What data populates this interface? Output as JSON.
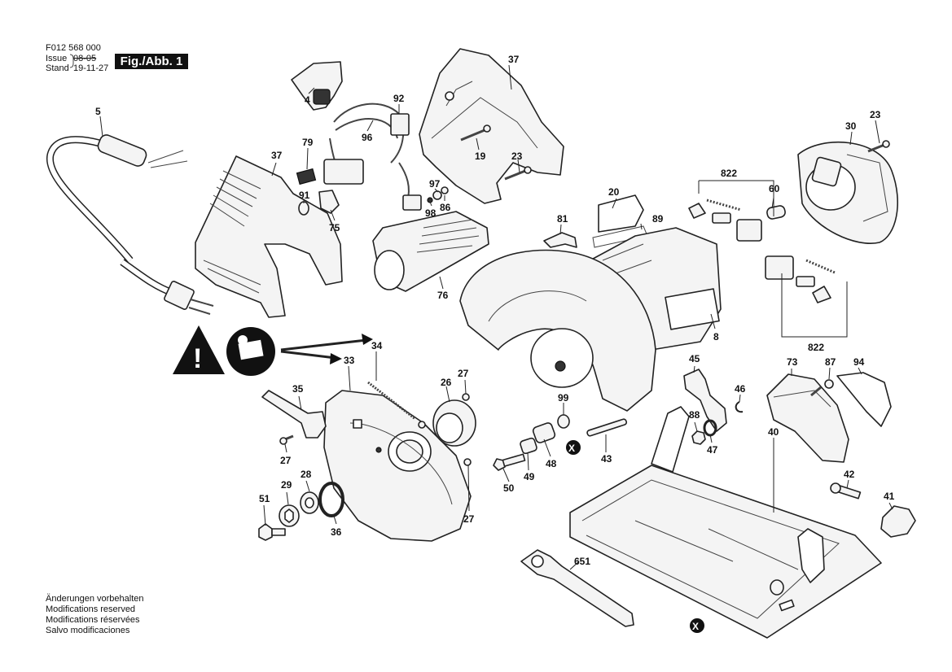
{
  "header": {
    "doc_number": "F012 568 000",
    "issue_label": "Issue",
    "stand_label": "Stand",
    "old_date": "08-05",
    "new_date": "19-11-27",
    "figure_label": "Fig./Abb. 1"
  },
  "notes": [
    "Änderungen vorbehalten",
    "Modifications reserved",
    "Modifications réservées",
    "Salvo modificaciones"
  ],
  "callouts": {
    "p4": "4",
    "p5": "5",
    "p8": "8",
    "p19": "19",
    "p20": "20",
    "p23a": "23",
    "p23b": "23",
    "p26": "26",
    "p27a": "27",
    "p27b": "27",
    "p27c": "27",
    "p28": "28",
    "p29": "29",
    "p30": "30",
    "p33": "33",
    "p34": "34",
    "p35": "35",
    "p36": "36",
    "p37a": "37",
    "p37b": "37",
    "p40": "40",
    "p41": "41",
    "p42": "42",
    "p43": "43",
    "p45": "45",
    "p46": "46",
    "p47": "47",
    "p48": "48",
    "p49": "49",
    "p50": "50",
    "p51": "51",
    "p60": "60",
    "p73": "73",
    "p75": "75",
    "p76": "76",
    "p79": "79",
    "p81": "81",
    "p86": "86",
    "p87": "87",
    "p88": "88",
    "p89": "89",
    "p91": "91",
    "p92": "92",
    "p94": "94",
    "p96": "96",
    "p97": "97",
    "p98": "98",
    "p99": "99",
    "p651": "651",
    "p822a": "822",
    "p822b": "822"
  },
  "symbols": {
    "warning": "!",
    "x_marker": "X"
  },
  "colors": {
    "line": "#222222",
    "badge": "#111111",
    "paper": "#ffffff"
  }
}
